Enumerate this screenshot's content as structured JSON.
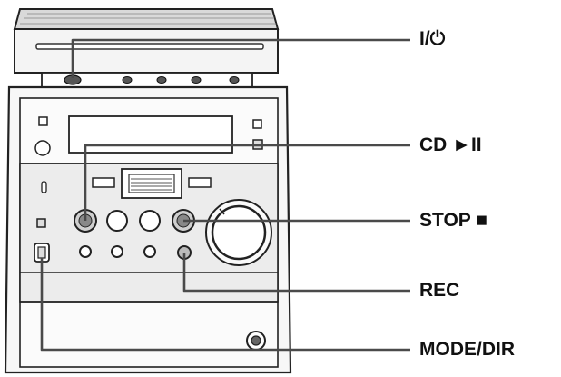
{
  "callouts": {
    "power": "I/⏻",
    "cd_play_pause": "CD ►II",
    "stop": "STOP ■",
    "rec": "REC",
    "mode_dir": "MODE/DIR"
  },
  "colors": {
    "outline": "#222222",
    "body_fill": "#f7f7f7",
    "panel_fill": "#ececec",
    "leader_line": "#4a4a4a"
  }
}
